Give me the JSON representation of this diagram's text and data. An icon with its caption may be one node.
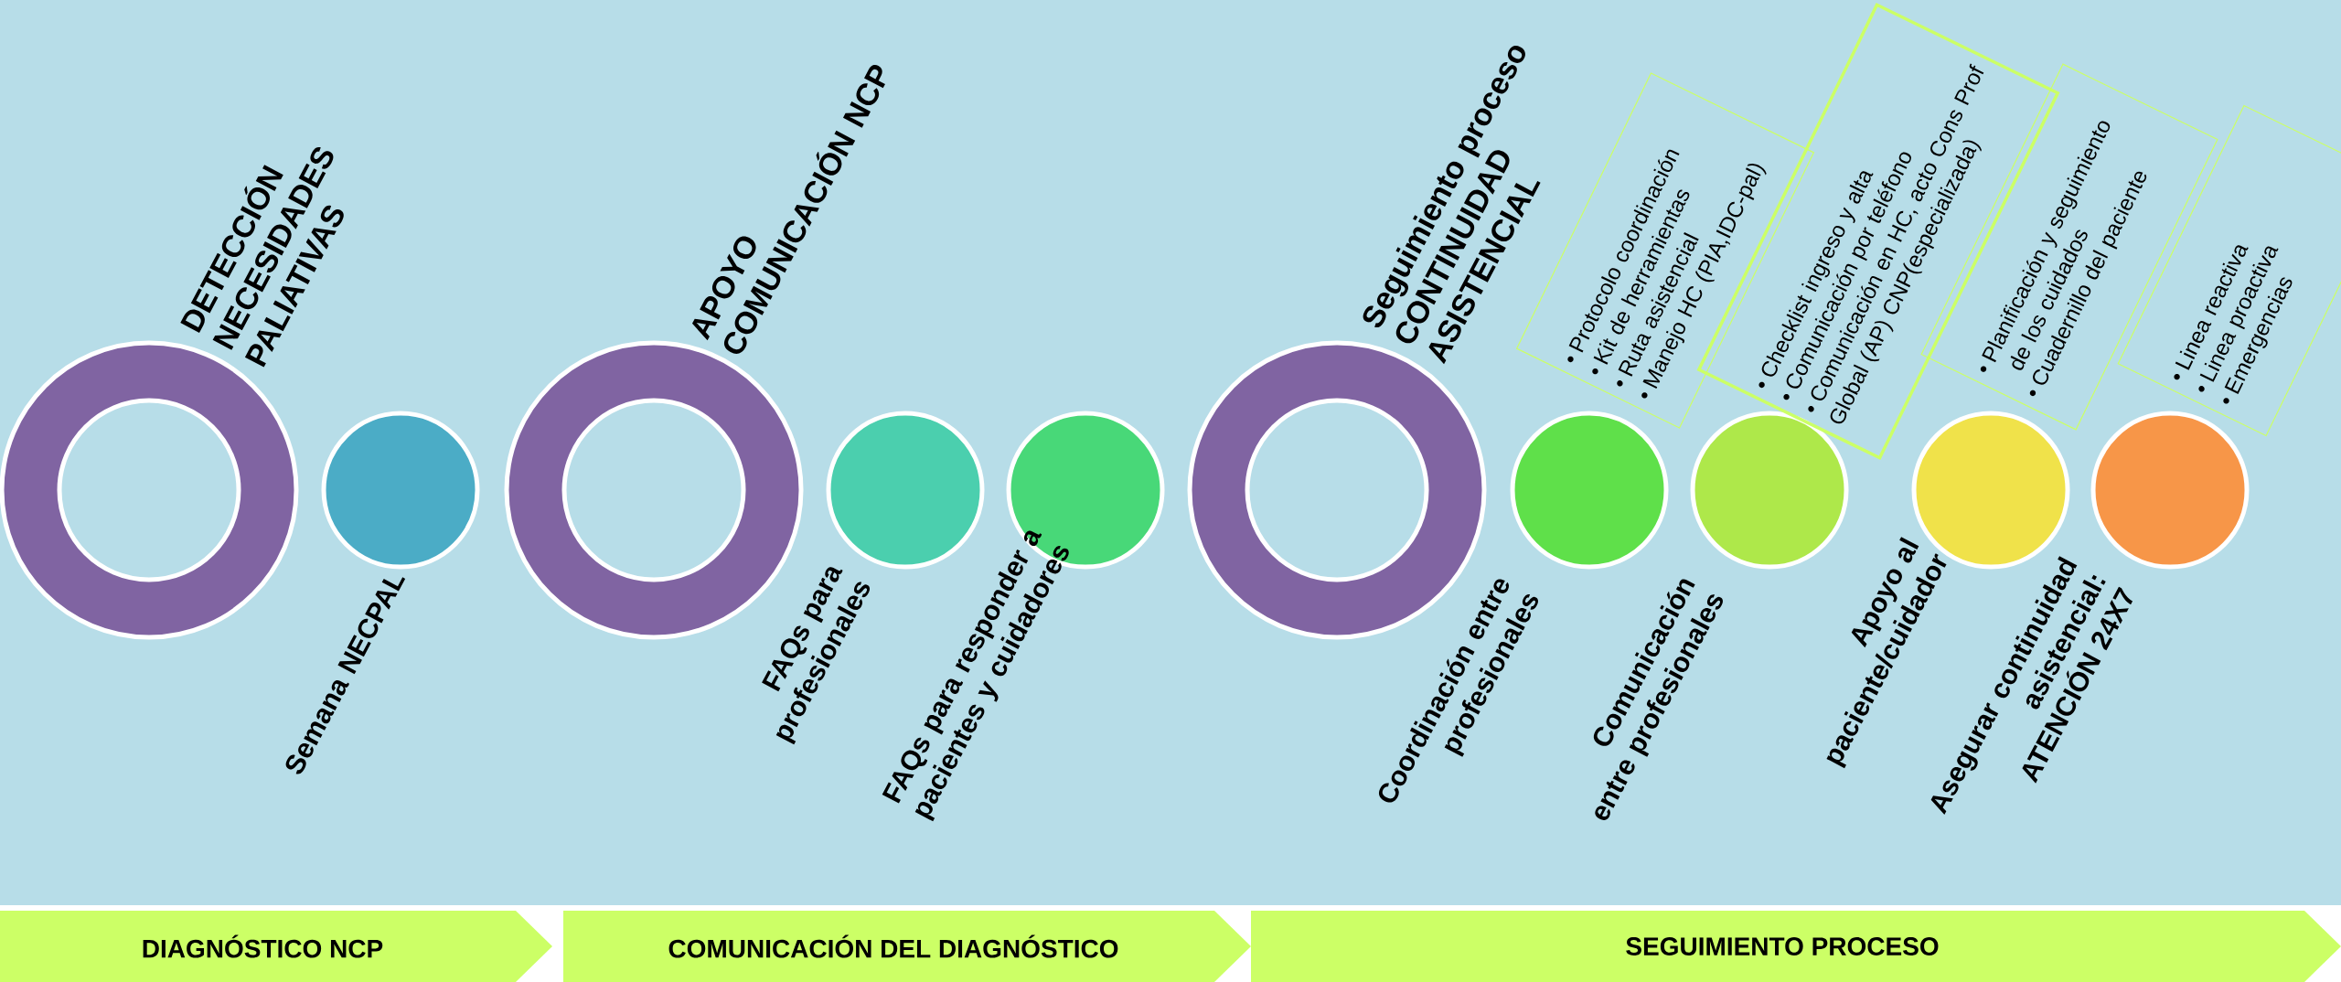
{
  "diagram": {
    "nodes": [
      {
        "text": [],
        "shape": "circle",
        "beside": [
          "DETECCIÓN NECESIDADES PALIATIVAS"
        ]
      },
      {
        "text": [],
        "shape": "circle",
        "beside": [
          "Semana NECPAL"
        ]
      },
      {
        "text": [],
        "shape": "circle",
        "beside": [
          "APOYO COMUNICACIÓN NCP"
        ]
      },
      {
        "text": [],
        "shape": "circle",
        "beside": [
          "FAQs para profesionales"
        ]
      },
      {
        "text": [],
        "shape": "circle",
        "beside": [
          "FAQs para responder a pacientes y cuidadores"
        ]
      },
      {
        "text": [],
        "shape": "circle",
        "beside": [
          "Seguimiento proceso CONTINUIDAD ASISTENCIAL"
        ]
      },
      {
        "text": [],
        "shape": "circle",
        "beside": [
          "Coordinación entre profesionales"
        ]
      },
      {
        "text": [],
        "shape": "circle",
        "beside": [
          "Comunicación entre profesionales"
        ]
      },
      {
        "text": [],
        "shape": "circle",
        "beside": [
          "Apoyo al paciente/cuidador"
        ]
      },
      {
        "text": [],
        "shape": "circle",
        "beside": [
          "Asegurar continuidad asistencial: ATENCIÓN 24X7"
        ]
      },
      {
        "text": [
          "Protocolo coordinación",
          "Kit de herramientas",
          "Ruta asistencial",
          "Manejo HC (PIA,IDC-pal)"
        ]
      },
      {
        "text": [
          "Checklist ingreso y alta",
          "Comunicación por teléfono",
          "Comunicación en HC, acto Cons Prof Global (AP) CNP(especializada)"
        ]
      },
      {
        "text": [
          "Planificación y seguimiento de los cuidados",
          "Cuadernillo del paciente"
        ]
      },
      {
        "text": [
          "Linea reactiva",
          "Linea proactiva",
          "Emergencias"
        ]
      },
      {
        "text": [
          "DIAGNÓSTICO NCP"
        ]
      },
      {
        "text": [
          "COMUNICACIÓN DEL DIAGNÓSTICO"
        ]
      },
      {
        "text": [
          "SEGUIMIENTO PROCESO"
        ]
      }
    ]
  }
}
